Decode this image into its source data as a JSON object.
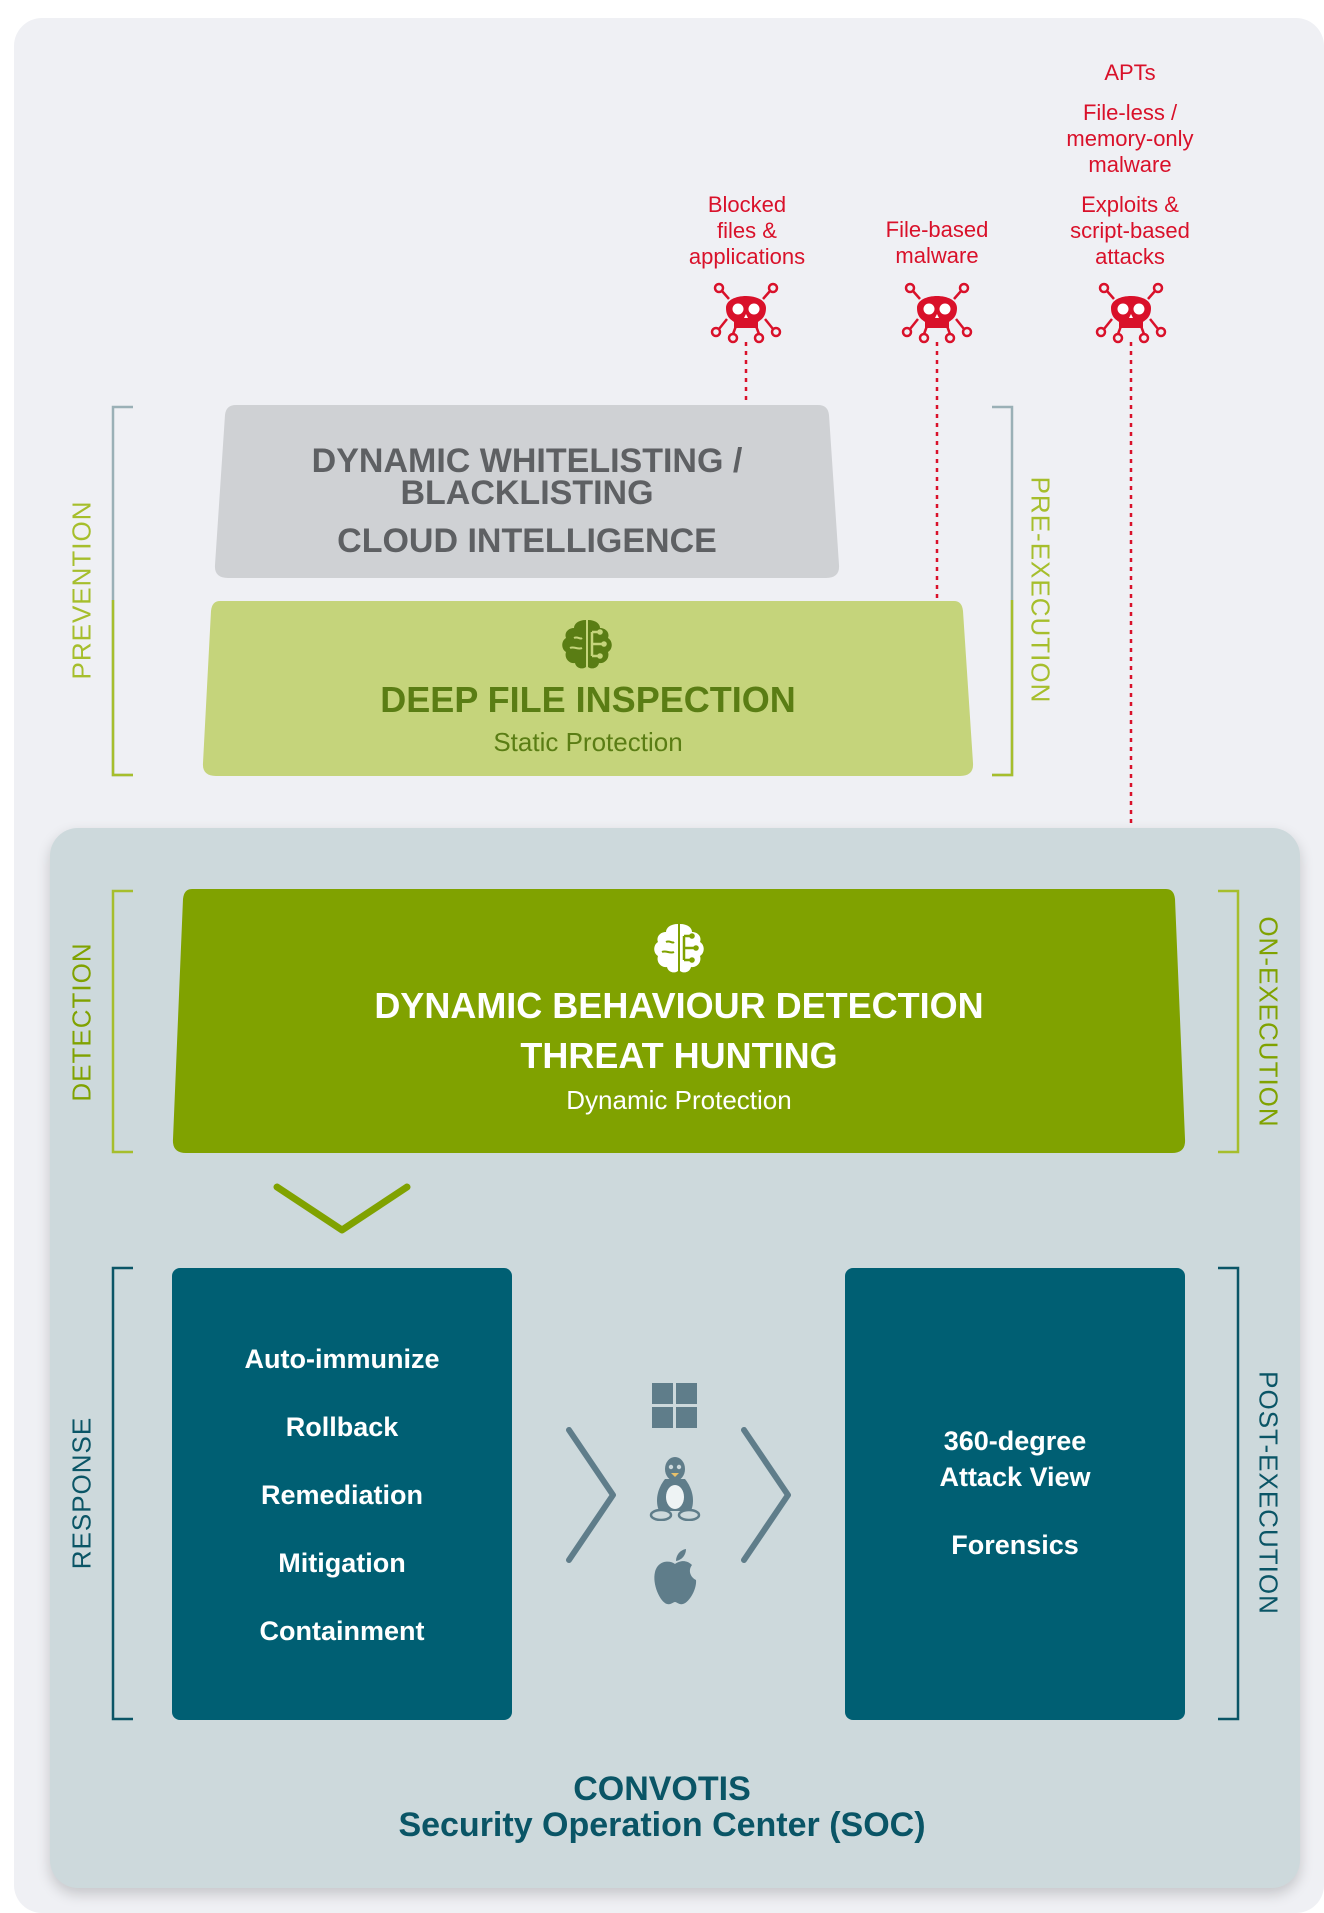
{
  "threats": [
    {
      "label": "Blocked\nfiles &\napplications",
      "icon": "skull-virus-icon"
    },
    {
      "label": "File-based\nmalware",
      "icon": "skull-virus-icon"
    },
    {
      "label": "Exploits &\nscript-based\nattacks",
      "icon": "skull-virus-icon"
    }
  ],
  "top_threats": [
    "APTs",
    "File-less /\nmemory-only\nmalware"
  ],
  "layers": {
    "whitelisting": {
      "line1": "DYNAMIC WHITELISTING /",
      "line2": "BLACKLISTING",
      "line3": "CLOUD INTELLIGENCE"
    },
    "deep_file": {
      "title": "DEEP FILE INSPECTION",
      "subtitle": "Static Protection",
      "icon": "ai-brain-icon"
    },
    "behaviour": {
      "line1": "DYNAMIC BEHAVIOUR DETECTION",
      "line2": "THREAT HUNTING",
      "subtitle": "Dynamic Protection",
      "icon": "ai-brain-icon"
    }
  },
  "side_labels": {
    "prevention": "PREVENTION",
    "pre_execution": "PRE-EXECUTION",
    "detection": "DETECTION",
    "on_execution": "ON-EXECUTION",
    "response": "RESPONSE",
    "post_execution": "POST-EXECUTION"
  },
  "response_items": [
    "Auto-immunize",
    "Rollback",
    "Remediation",
    "Mitigation",
    "Containment"
  ],
  "post_items": [
    "360-degree",
    "Attack View",
    "Forensics"
  ],
  "os_icons": [
    "windows-icon",
    "linux-icon",
    "apple-icon"
  ],
  "soc": {
    "line1": "CONVOTIS",
    "line2": "Security Operation Center (SOC)"
  },
  "colors": {
    "threat_red": "#d9112a",
    "grey_layer": "#cfd1d4",
    "light_green": "#c5d47b",
    "dark_green_text": "#5a7d14",
    "green_layer": "#80a200",
    "teal": "#005f73",
    "soc_background": "#cdd9dc"
  }
}
